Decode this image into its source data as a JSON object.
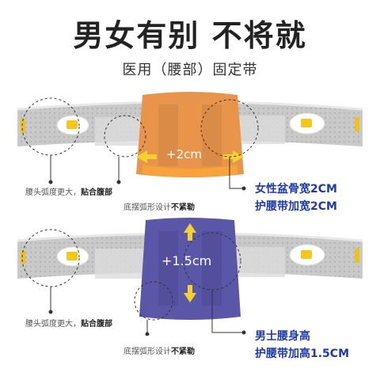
{
  "header": {
    "title": "男女有别 不将就",
    "subtitle": "医用（腰部）固定带"
  },
  "female": {
    "dimension": "+2cm",
    "note_left_prefix": "腰头弧度更大，",
    "note_left_bold": "贴合腹部",
    "note_mid_prefix": "底摆弧形设计",
    "note_mid_bold": "不紧勒",
    "feature_line1": "女性盆骨宽2CM",
    "feature_line2": "护腰带加宽2CM",
    "panel_color": "#e8944a"
  },
  "male": {
    "dimension": "+1.5cm",
    "note_left_prefix": "腰头弧度更大，",
    "note_left_bold": "贴合腹部",
    "note_mid_prefix": "底摆弧形设计",
    "note_mid_bold": "不紧勒",
    "feature_line1": "男士腰身高",
    "feature_line2": "护腰带加高1.5CM",
    "panel_color": "#5a56a8"
  }
}
